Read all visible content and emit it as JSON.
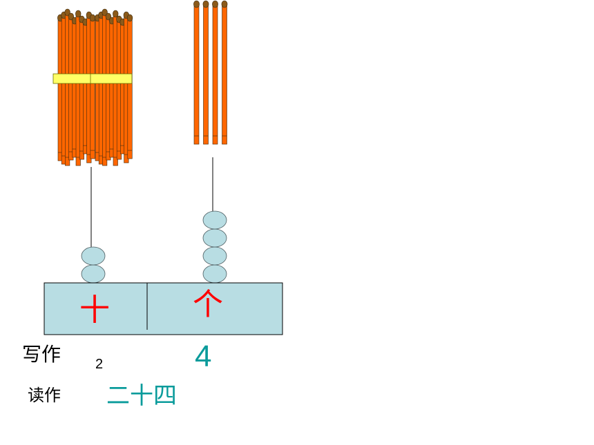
{
  "counting_board": {
    "tens_label": "十",
    "ones_label": "个",
    "tens_beads": 2,
    "ones_beads": 4
  },
  "stick_bundles": 2,
  "loose_sticks": 4,
  "written": {
    "label": "写作",
    "tens_digit": "2",
    "ones_digit": "4"
  },
  "read": {
    "label": "读作",
    "value": "二十四"
  },
  "colors": {
    "stick": "#ff6600",
    "stick_head": "#8b5a1a",
    "band": "#ffff66",
    "board": "#b8dde3",
    "bead": "#b8dde3",
    "place_label": "#ff0000",
    "answer": "#0a9b9b"
  }
}
